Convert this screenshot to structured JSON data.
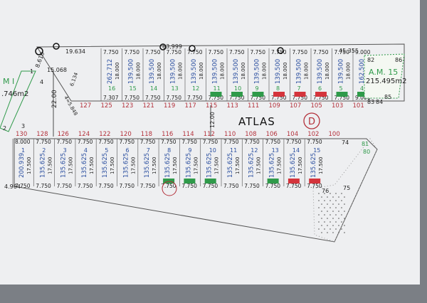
{
  "title": "ATLAS",
  "stamp": "D",
  "labels": {
    "dim_83999": "83,999",
    "dim_19634": "19.634",
    "dim_45355": "45.355",
    "dim_15068": "15.068",
    "dim_8610": "8.610",
    "dim_6134": "6.134",
    "dim_4598": "4=5.848",
    "dim_22000": "22.00",
    "dim_12000": "12.00",
    "dim_4964": "4.964",
    "dim_7307": "7.307",
    "m1_name": "M I",
    "m1_area": ".746m2",
    "am15_name": "A.M. 15",
    "am15_area": "215.495m2",
    "corner_1": "1",
    "corner_2": "2",
    "corner_3": "3",
    "corner_4": "4",
    "c74": "74",
    "c75": "75",
    "c76": "76",
    "c80": "80",
    "c81": "81",
    "c83": "83",
    "c84": "84",
    "c85": "85",
    "c86": "86",
    "c82": "82"
  },
  "top_block": {
    "front_widths": [
      "7.750",
      "7.750",
      "7.750",
      "7.750",
      "7.750",
      "7.750",
      "7.750",
      "7.750",
      "7.750",
      "7.750",
      "7.750",
      "7.750",
      "9.000"
    ],
    "areas": [
      "262.712",
      "139.500",
      "139.500",
      "139.500",
      "139.500",
      "139.500",
      "139.500",
      "139.500",
      "139.500",
      "139.500",
      "139.500",
      "139.500",
      "162.500"
    ],
    "depths": [
      "18.000",
      "18.000",
      "18.000",
      "18.000",
      "18.000",
      "18.000",
      "18.000",
      "18.000",
      "18.000",
      "18.000",
      "18.000",
      "18.000",
      "18.000"
    ],
    "lot_numbers": [
      "16",
      "15",
      "14",
      "13",
      "12",
      "11",
      "10",
      "9",
      "8",
      "7",
      "6",
      "5",
      "4"
    ],
    "rear_widths": [
      "7.307",
      "7.750",
      "7.750",
      "7.750",
      "7.750",
      "7.750",
      "7.750",
      "7.750",
      "7.750",
      "7.750",
      "7.750",
      "7.750",
      "9.000"
    ],
    "addresses": [
      "127",
      "125",
      "123",
      "121",
      "119",
      "117",
      "115",
      "113",
      "111",
      "109",
      "107",
      "105",
      "103",
      "101"
    ]
  },
  "bottom_block": {
    "addresses": [
      "130",
      "128",
      "126",
      "124",
      "122",
      "120",
      "118",
      "116",
      "114",
      "112",
      "110",
      "108",
      "106",
      "104",
      "102",
      "100"
    ],
    "front_widths": [
      "8.000",
      "7.750",
      "7.750",
      "7.750",
      "7.750",
      "7.750",
      "7.750",
      "7.750",
      "7.750",
      "7.750",
      "7.750",
      "7.750",
      "7.750",
      "7.750",
      "7.750"
    ],
    "areas": [
      "200.939",
      "135.625",
      "135.625",
      "135.625",
      "135.625",
      "135.625",
      "135.625",
      "135.625",
      "135.625",
      "135.625",
      "135.625",
      "135.625",
      "135.625",
      "135.625",
      "135.625"
    ],
    "depths": [
      "17.500",
      "17.500",
      "17.500",
      "17.500",
      "17.500",
      "17.500",
      "17.500",
      "17.500",
      "17.500",
      "17.500",
      "17.500",
      "17.500",
      "17.500",
      "17.500",
      "17.500"
    ],
    "lot_numbers": [
      "1",
      "2",
      "3",
      "4",
      "5",
      "6",
      "7",
      "8",
      "9",
      "10",
      "11",
      "12",
      "13",
      "14",
      "15"
    ],
    "rear_widths": [
      "7.750",
      "7.750",
      "7.750",
      "7.750",
      "7.750",
      "7.750",
      "7.750",
      "7.750",
      "7.750",
      "7.750",
      "7.750",
      "7.750",
      "7.750",
      "7.750",
      "7.750"
    ]
  },
  "sticker_colors": {
    "green": "#2f9a4a",
    "red": "#d4343c",
    "ink_blue": "#2b4fa0",
    "ink_red": "#b3303a"
  },
  "top_stickers": [
    "",
    "",
    "",
    "",
    "",
    "green",
    "green",
    "green",
    "red",
    "red",
    "red",
    "green",
    "green"
  ],
  "bottom_stickers": [
    "",
    "",
    "",
    "",
    "",
    "",
    "",
    "green",
    "green",
    "green",
    "",
    "",
    "green",
    "red",
    "red"
  ]
}
